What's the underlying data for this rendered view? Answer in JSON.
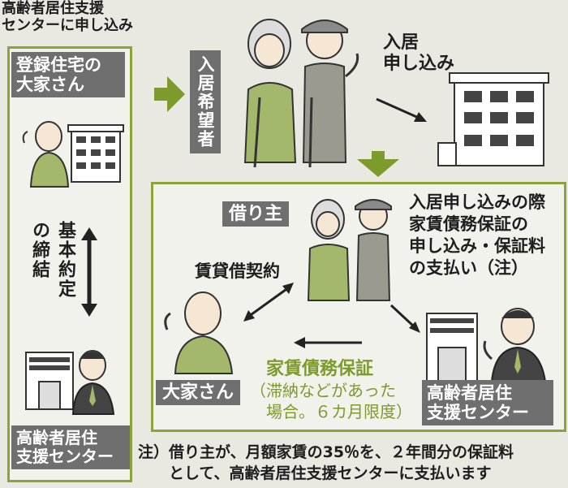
{
  "top_left_caption": {
    "line1": "高齢者居住支援",
    "line2": "センターに申し込み"
  },
  "left_panel": {
    "owner_label_line1": "登録住宅の",
    "owner_label_line2": "大家さん",
    "agreement_col1": "基本約定",
    "agreement_col2": "の締結",
    "center_label_line1": "高齢者居住",
    "center_label_line2": "支援センター"
  },
  "top_flow": {
    "applicant_label": "入居希望者",
    "move_in_line1": "入居",
    "move_in_line2": "申し込み"
  },
  "right_panel": {
    "borrower_label": "借り主",
    "guarantee_app_line1": "入居申し込みの際",
    "guarantee_app_line2": "家賃債務保証の",
    "guarantee_app_line3": "申し込み・保証料",
    "guarantee_app_line4": "の支払い（注）",
    "lease_contract": "賃貸借契約",
    "landlord_label": "大家さん",
    "rent_guarantee": "家賃債務保証",
    "limit_line1": "（滞納などがあった",
    "limit_line2": "場合。６カ月限度）",
    "center_label_line1": "高齢者居住",
    "center_label_line2": "支援センター"
  },
  "note": {
    "line1": "注）借り主が、月額家賃の35％を、２年間分の保証料",
    "line2": "として、高齢者居住支援センターに支払います"
  },
  "colors": {
    "accent_green": "#7d9a2d",
    "border_green": "#8aa43b",
    "label_gray": "#6f6f6f"
  }
}
